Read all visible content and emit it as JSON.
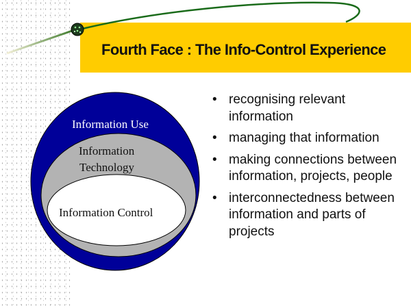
{
  "slide": {
    "title": "Fourth Face : The Info-Control Experience",
    "colors": {
      "banner": "#FFCC00",
      "outer": "#000099",
      "middle": "#B3B3B3",
      "inner": "#FFFFFF",
      "swoosh": "#1A6B1A"
    }
  },
  "diagram": {
    "outer_label": "Information Use",
    "middle_label_line1": "Information",
    "middle_label_line2": "Technology",
    "inner_label": "Information Control"
  },
  "bullets": [
    "recognising relevant information",
    "managing that information",
    "making connections between information, projects, people",
    "interconnectedness between information and parts of projects"
  ]
}
